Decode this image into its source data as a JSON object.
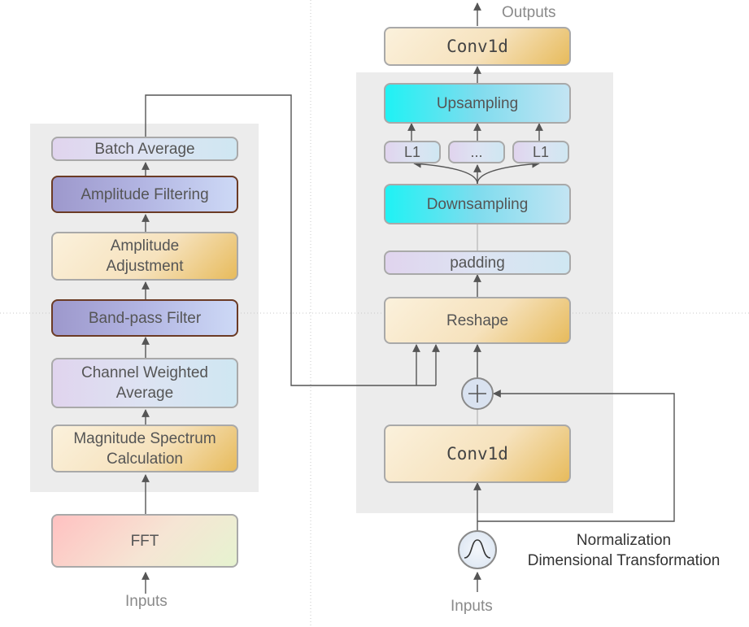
{
  "left_branch": {
    "input_label": "Inputs",
    "fft": "FFT",
    "magnitude": "Magnitude Spectrum\nCalculation",
    "channel": "Channel Weighted\nAverage",
    "bandpass": "Band-pass Filter",
    "adjustment": "Amplitude\nAdjustment",
    "filtering": "Amplitude Filtering",
    "batch": "Batch Average"
  },
  "right_branch": {
    "input_label": "Inputs",
    "output_label": "Outputs",
    "conv_bottom": "Conv1d",
    "reshape": "Reshape",
    "padding": "padding",
    "downsampling": "Downsampling",
    "l1_left": "L1",
    "ellipsis": "...",
    "l1_right": "L1",
    "upsampling": "Upsampling",
    "conv_top": "Conv1d",
    "annotation": "Normalization\nDimensional Transformation"
  },
  "icons": {
    "add": "plus-circle-icon",
    "normalize": "sine-wave-circle-icon"
  },
  "colors": {
    "panel": "#ececec",
    "gold": "#e7bb5c",
    "cyan": "#1ff2f4",
    "purple": "#9d98cc",
    "dark_border": "#6b3b25"
  }
}
